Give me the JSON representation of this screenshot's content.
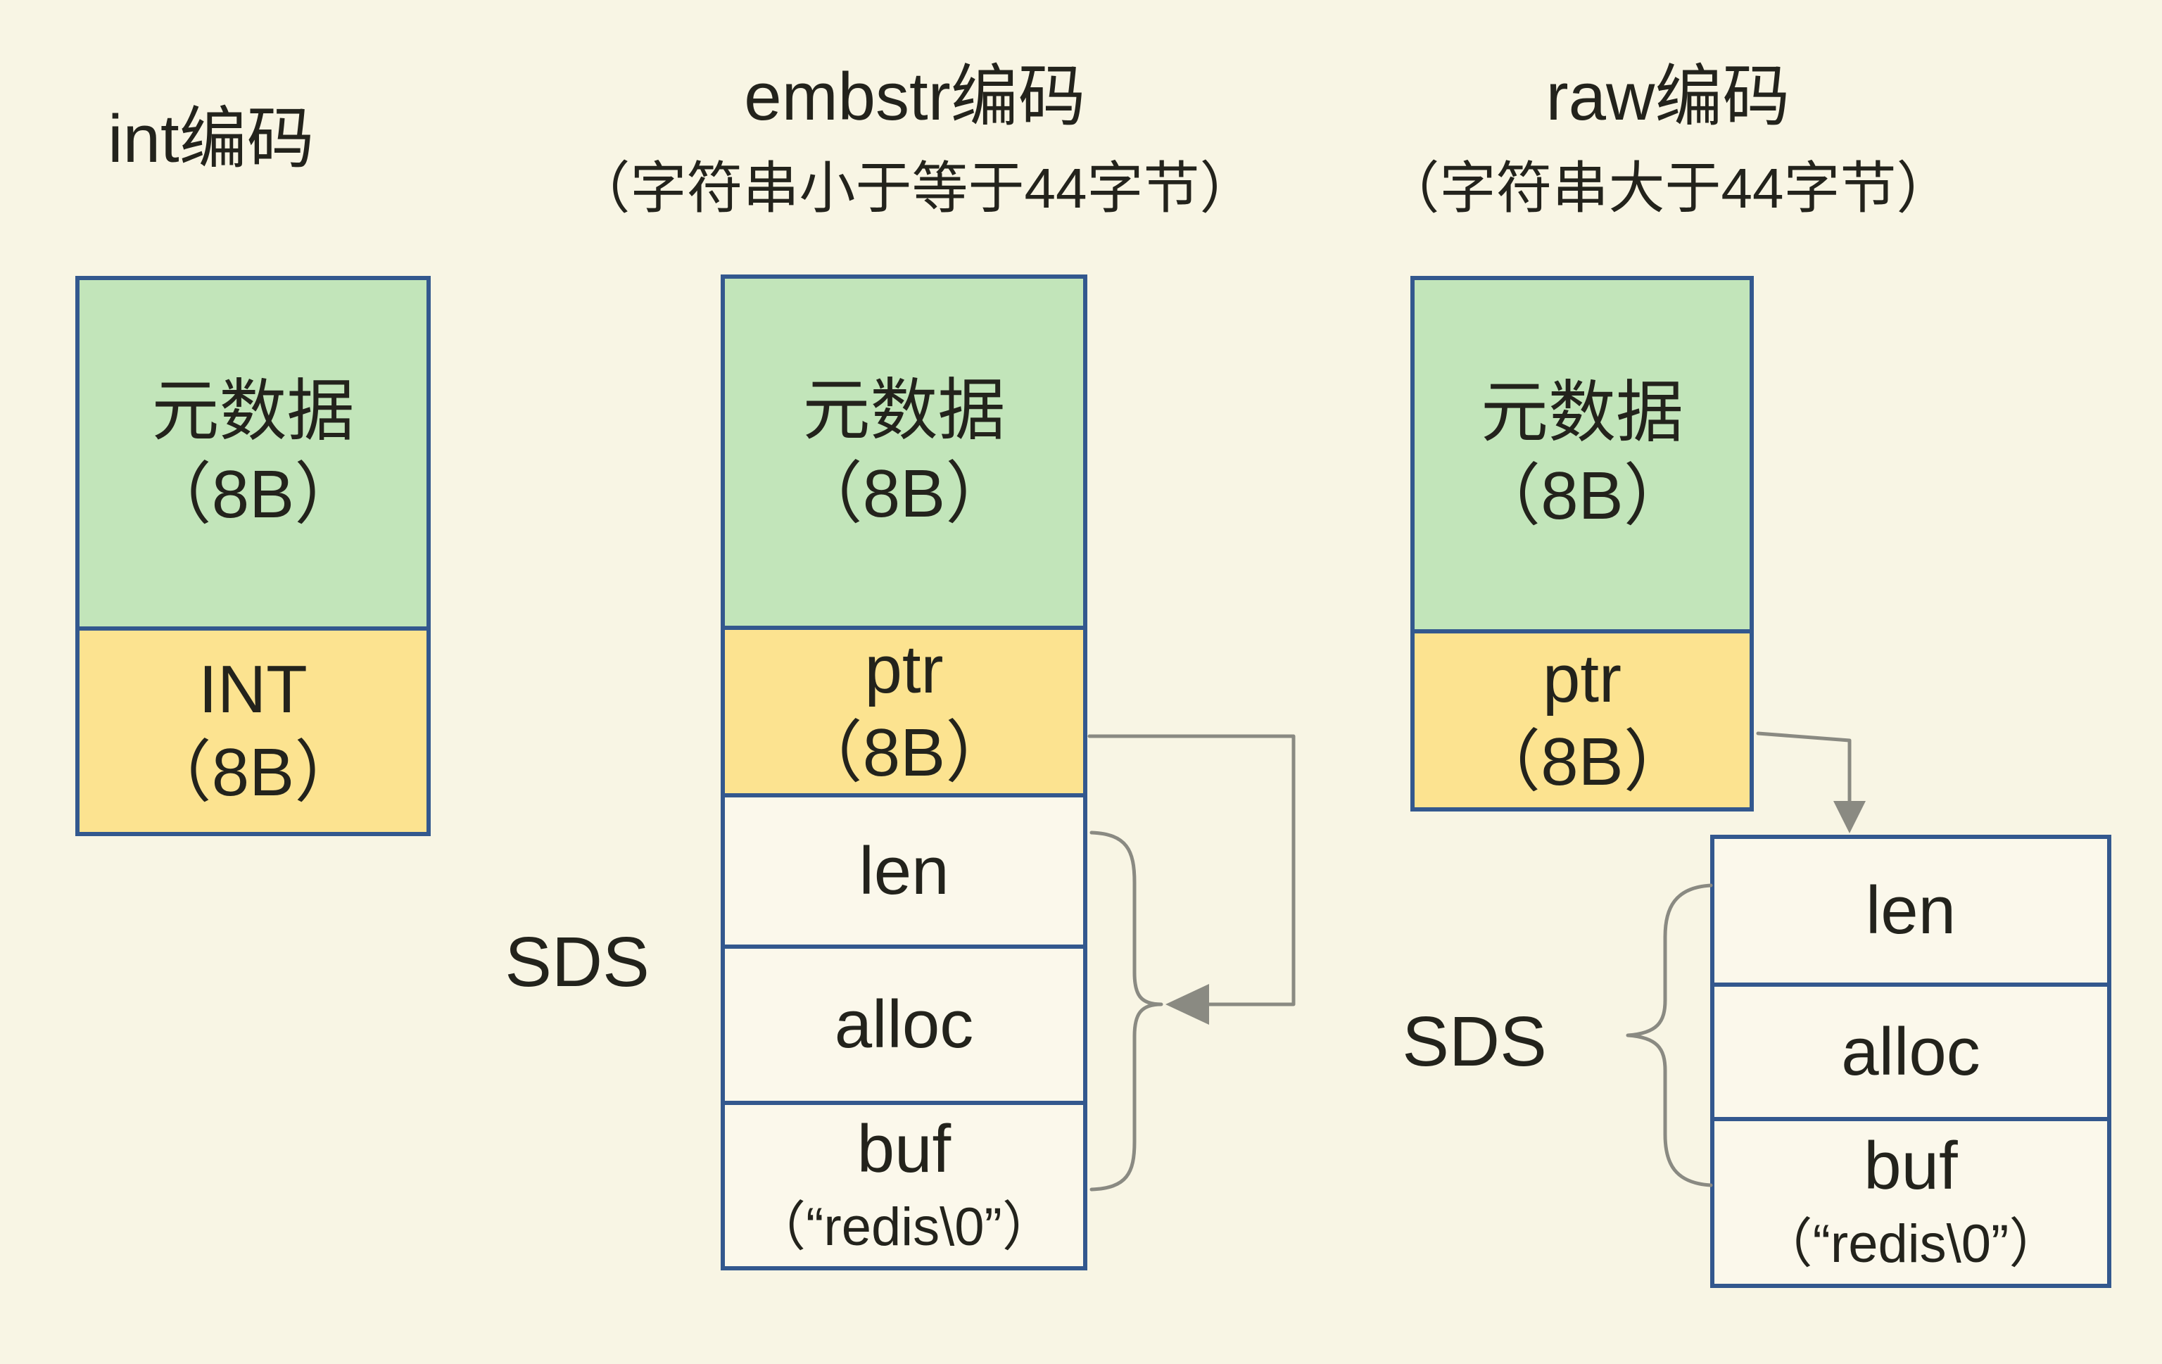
{
  "diagram_title_semantic": "Redis string object encodings",
  "colors": {
    "background": "#f8f5e4",
    "box_fill": "#fbf8eb",
    "metadata_green": "#c2e5ba",
    "value_yellow": "#fce390",
    "box_border_blue": "#33588e",
    "connector_gray": "#8a8a82",
    "text": "#23231c"
  },
  "columns": {
    "int": {
      "title": "int编码",
      "cells": {
        "metadata": {
          "label": "元数据",
          "size": "（8B）"
        },
        "value": {
          "label": "INT",
          "size": "（8B）"
        }
      }
    },
    "embstr": {
      "title": "embstr编码",
      "subtitle": "（字符串小于等于44字节）",
      "cells": {
        "metadata": {
          "label": "元数据",
          "size": "（8B）"
        },
        "pointer": {
          "label": "ptr",
          "size": "（8B）"
        }
      },
      "sds": {
        "label": "SDS",
        "len": "len",
        "alloc": "alloc",
        "buf": "buf",
        "buf_value": "（“redis\\0”）"
      }
    },
    "raw": {
      "title": "raw编码",
      "subtitle": "（字符串大于44字节）",
      "cells": {
        "metadata": {
          "label": "元数据",
          "size": "（8B）"
        },
        "pointer": {
          "label": "ptr",
          "size": "（8B）"
        }
      },
      "sds": {
        "label": "SDS",
        "len": "len",
        "alloc": "alloc",
        "buf": "buf",
        "buf_value": "（“redis\\0”）"
      }
    }
  }
}
